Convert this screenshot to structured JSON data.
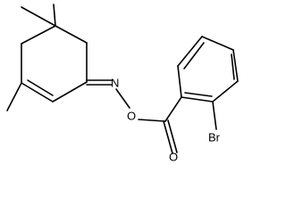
{
  "molecule": {
    "atom_labels": {
      "nitrogen": "N",
      "ester_oxygen": "O",
      "carbonyl_oxygen": "O",
      "bromine": "Br"
    }
  }
}
